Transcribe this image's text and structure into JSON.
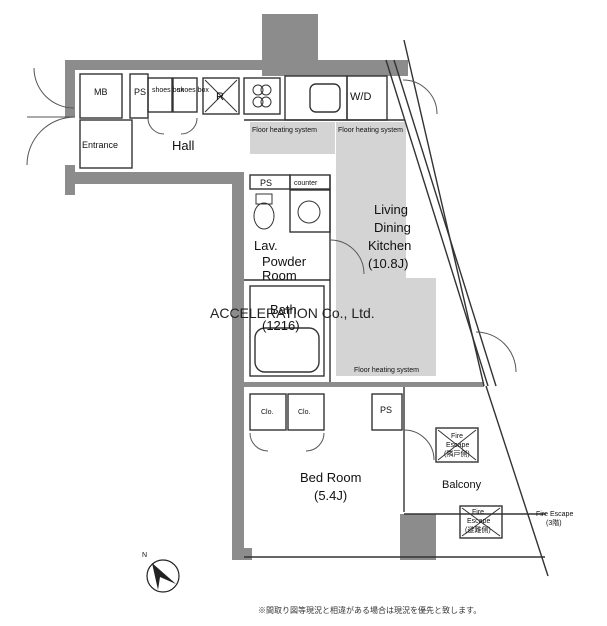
{
  "labels": {
    "mb": "MB",
    "ps_top": "PS",
    "shoes_box_1": "shoes box",
    "shoes_box_2": "shoes box",
    "r": "R",
    "wd": "W/D",
    "entrance": "Entrance",
    "hall": "Hall",
    "floor_heating_1": "Floor heating system",
    "floor_heating_2": "Floor heating system",
    "floor_heating_3": "Floor heating system",
    "ps_mid": "PS",
    "counter": "counter",
    "ldk_line1": "Living",
    "ldk_line2": "Dining",
    "ldk_line3": "Kitchen",
    "ldk_size": "(10.8J)",
    "lav_line1": "Lav.",
    "lav_line2": "Powder",
    "lav_line3": "Room",
    "bath_line1": "Bath",
    "bath_size": "(1216)",
    "clo_1": "Clo.",
    "clo_2": "Clo.",
    "ps_bed": "PS",
    "bed_line1": "Bed Room",
    "bed_size": "(5.4J)",
    "balcony": "Balcony",
    "fire_escape_1_l1": "Fire",
    "fire_escape_1_l2": "Escape",
    "fire_escape_1_l3": "(隣戸側)",
    "fire_escape_2_l1": "Fire",
    "fire_escape_2_l2": "Escape",
    "fire_escape_2_l3": "(避難側)",
    "fire_escape_ext_l1": "Fire Escape",
    "fire_escape_ext_l2": "(3階)",
    "north": "N"
  },
  "watermark": "ACCELERATION Co., Ltd.",
  "footnote": "※間取り図等現況と相違がある場合は現況を優先と致します。",
  "colors": {
    "wall": "#8c8c8c",
    "floor_heating": "#d4d4d4",
    "line": "#333333"
  }
}
